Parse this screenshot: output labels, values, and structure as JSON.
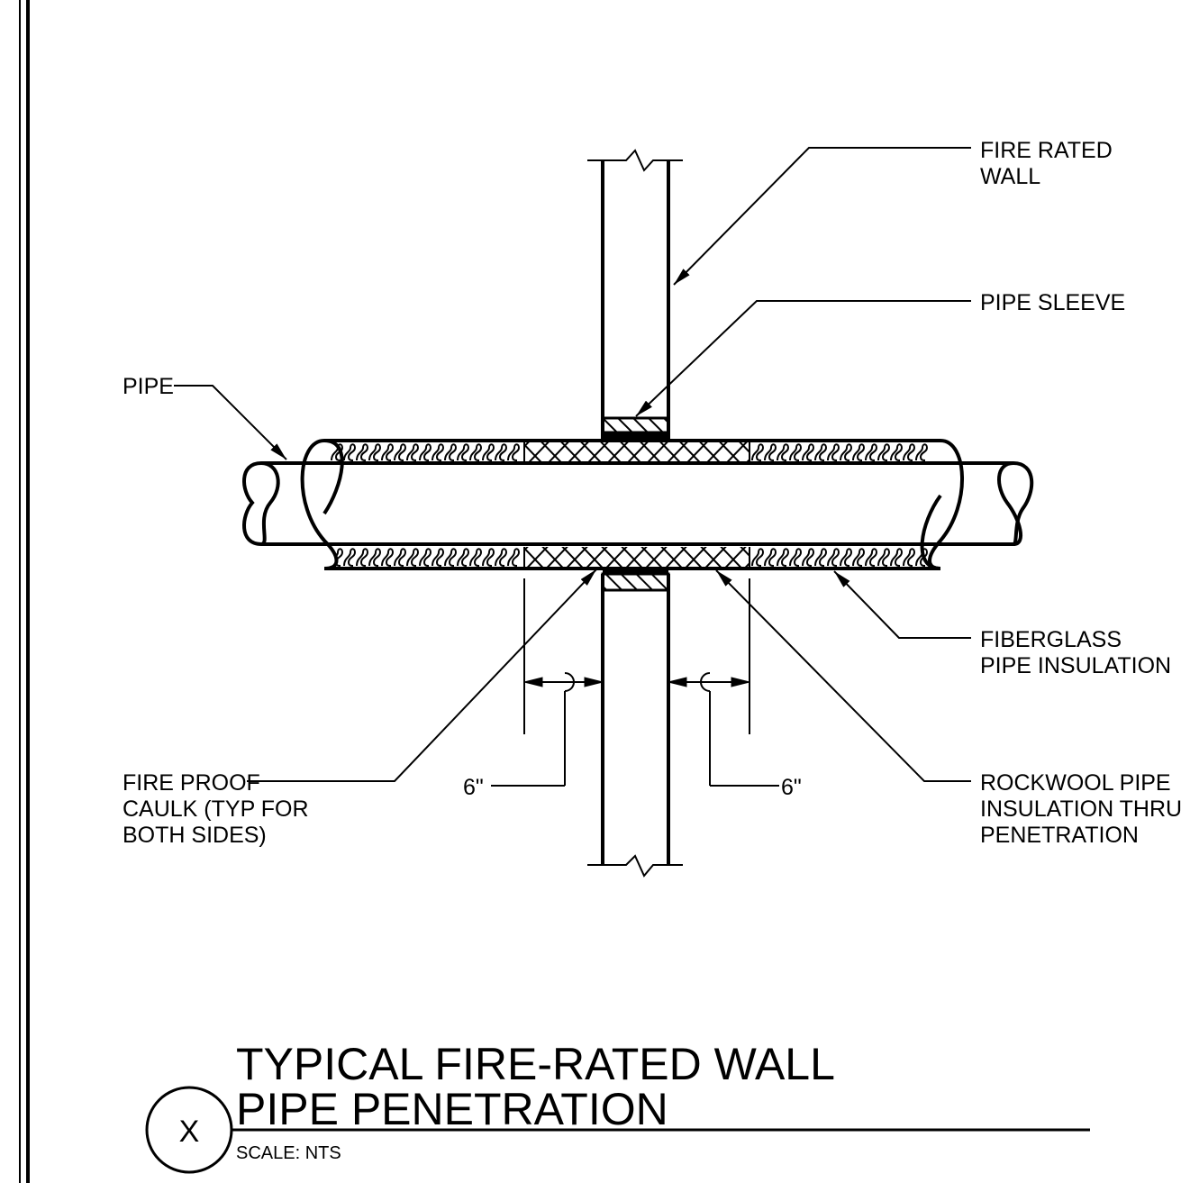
{
  "drawing": {
    "title_line1": "TYPICAL FIRE-RATED WALL",
    "title_line2": "PIPE PENETRATION",
    "scale": "SCALE: NTS",
    "detail_tag": "X"
  },
  "callouts": {
    "fire_rated_wall": [
      "FIRE RATED",
      "WALL"
    ],
    "pipe_sleeve": [
      "PIPE SLEEVE"
    ],
    "pipe": [
      "PIPE"
    ],
    "fiberglass": [
      "FIBERGLASS",
      "PIPE INSULATION"
    ],
    "fire_proof_caulk": [
      "FIRE PROOF",
      "CAULK (TYP FOR",
      "BOTH SIDES)"
    ],
    "rockwool": [
      "ROCKWOOL PIPE",
      "INSULATION THRU",
      "PENETRATION"
    ],
    "dim_left": "6\"",
    "dim_right": "6\""
  },
  "colors": {
    "ink": "#000000",
    "paper": "#ffffff"
  }
}
